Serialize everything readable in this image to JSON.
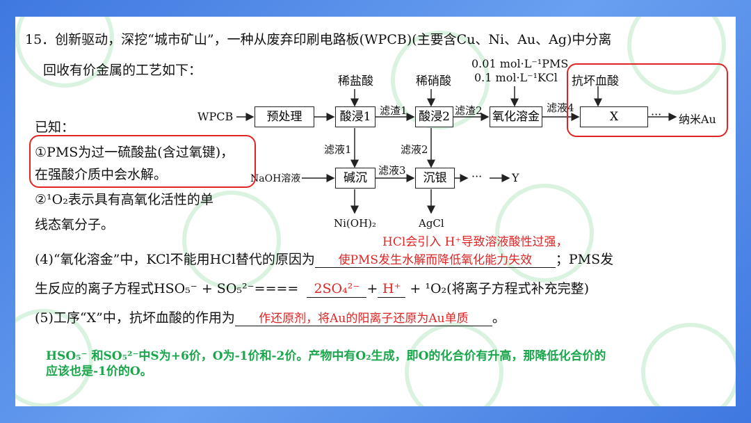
{
  "question": {
    "line1": "15．创新驱动，深挖“城市矿山”，一种从废弃印刷电路板(WPCB)(主要含Cu、Ni、Au、Ag)中分离",
    "line2": "回收有价金属的工艺如下："
  },
  "known": {
    "title": "已知：",
    "item1_a": "①PMS为过一硫酸盐(含过氧键)，",
    "item1_b": "在强酸介质中会水解。",
    "item2_a": "②¹O₂表示具有高氧化活性的单",
    "item2_b": "线态氧分子。"
  },
  "flow": {
    "wpcb": "WPCB",
    "pretreat": "预处理",
    "acid1": "酸浸1",
    "acid2": "酸浸2",
    "oxid": "氧化溶金",
    "x": "X",
    "dots": "···",
    "product": "纳米Au",
    "hcl": "稀盐酸",
    "hno3": "稀硝酸",
    "pms": "0.01 mol·L⁻¹PMS",
    "kcl": "0.1 mol·L⁻¹KCl",
    "vitc": "抗坏血酸",
    "res1": "滤渣1",
    "res2": "滤渣2",
    "filt4": "滤液4",
    "filt1": "滤液1",
    "filt2": "滤液2",
    "filt3": "滤液3",
    "naoh": "NaOH溶液",
    "alk": "碱沉",
    "ag": "沉银",
    "dots2": "···",
    "y": "Y",
    "nioh": "Ni(OH)₂",
    "agcl": "AgCl"
  },
  "q4": {
    "prefix": "(4)“氧化溶金”中，KCl不能用HCl替代的原因为",
    "answer1": "HCl会引入 H⁺导致溶液酸性过强，",
    "answer2": "使PMS发生水解而降低氧化能力失效",
    "suffix": "；PMS发",
    "eq_prefix": "生反应的离子方程式HSO₅⁻ + SO₅²⁻====",
    "blank1": "2SO₄²⁻",
    "plus1": "+",
    "blank2": "H⁺",
    "eq_suffix": "+ ¹O₂(将离子方程式补充完整)"
  },
  "q5": {
    "prefix": "(5)工序“X”中，抗坏血酸的作用为",
    "answer": "作还原剂，将Au的阳离子还原为Au单质",
    "suffix": "。"
  },
  "note": {
    "line1": "HSO₅⁻ 和SO₅²⁻中S为+6价，O为-1价和-2价。产物中有O₂生成，即O的化合价有升高，那降低化合价的",
    "line2": "应该也是-1价的O。"
  },
  "colors": {
    "accent_red": "#e02424",
    "note_green": "#1aa64b",
    "frame_blue": "#4e86e8"
  }
}
